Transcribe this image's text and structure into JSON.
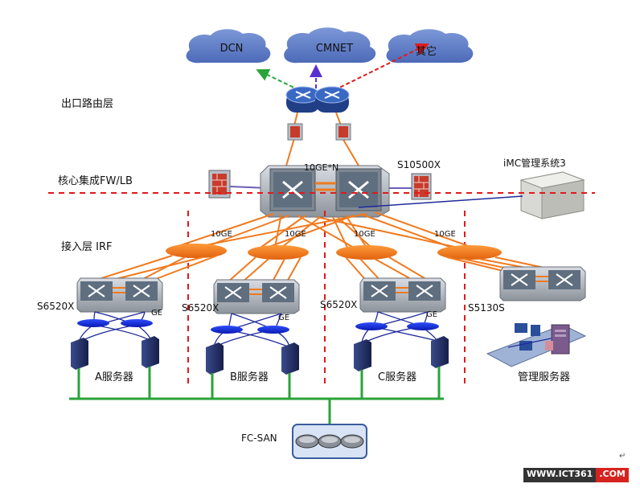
{
  "clouds": [
    "DCN",
    "CMNET",
    "其它"
  ],
  "layers": {
    "egress": "出口路由层",
    "core": "核心集成FW/LB",
    "access": "接入层 IRF"
  },
  "core_link_label": "10GE*N",
  "core_switch_label": "S10500X",
  "imc_label": "iMC管理系统3",
  "uplink_labels": [
    "10GE",
    "10GE",
    "10GE",
    "10GE"
  ],
  "access_switches": [
    "S6520X",
    "S6520X",
    "S6520X",
    "S5130S"
  ],
  "ge_label": "GE",
  "server_groups": [
    "A服务器",
    "B服务器",
    "C服务器",
    "管理服务器"
  ],
  "san_label": "FC-SAN",
  "watermark": {
    "left": "WWW.ICT361",
    "right": ".COM"
  },
  "colors": {
    "cloud": "#5b79c4",
    "uplink": "#f07a1e",
    "dashed_red": "#e01a1a",
    "green": "#2aa339",
    "blue": "#1f2a9a",
    "router": "#2f5aa8"
  },
  "page_mark": "↵"
}
